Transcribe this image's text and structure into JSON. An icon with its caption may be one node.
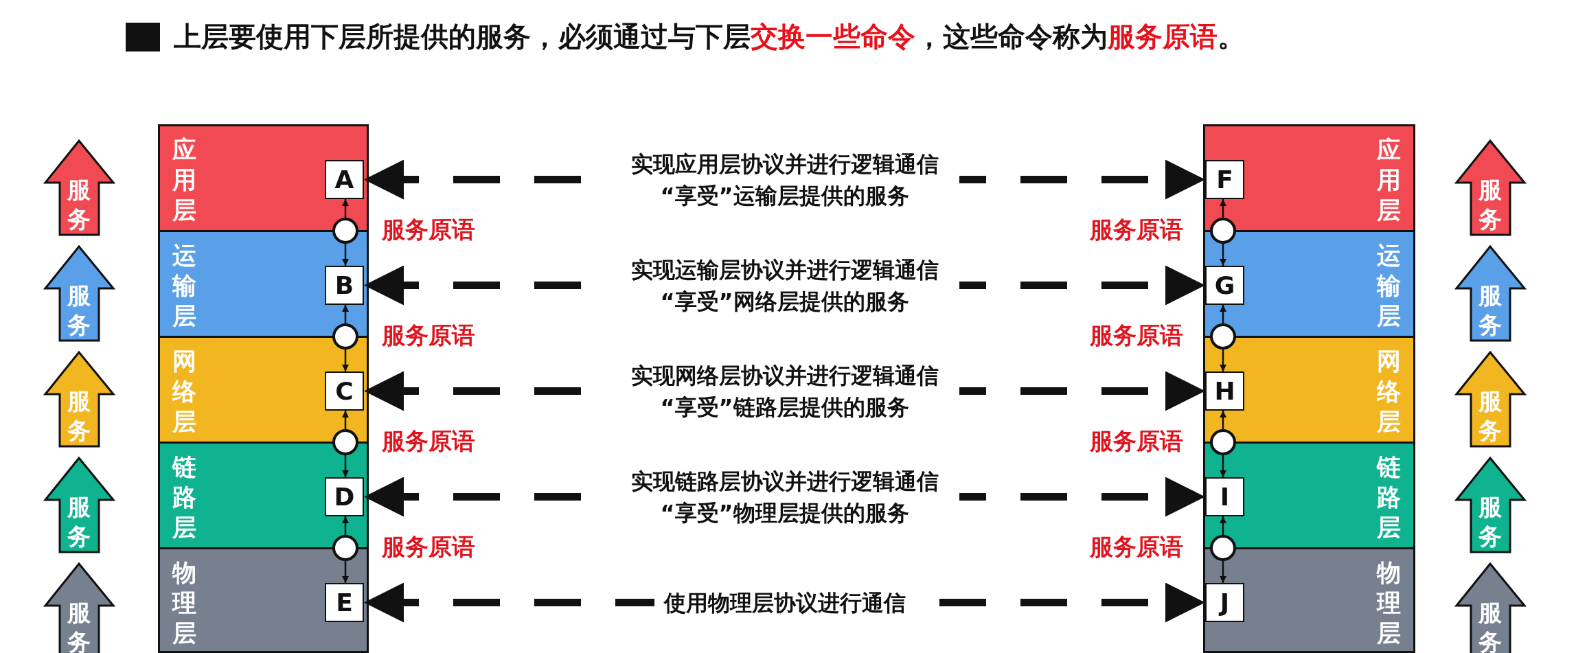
{
  "diagram": {
    "title": "上层要使用下层所提供的服务，必须通过与下层**交换一些命令**，这些命令称为**服务原语**。",
    "nodes": [
      {
        "text": [
          "服务"
        ]
      },
      {
        "text": [
          "服务"
        ]
      },
      {
        "text": [
          "服务"
        ]
      },
      {
        "text": [
          "服务"
        ]
      },
      {
        "text": [
          "服务"
        ]
      },
      {
        "text": [
          "应用层"
        ]
      },
      {
        "text": [
          "A"
        ],
        "in": 5
      },
      {
        "text": [
          "运输层"
        ]
      },
      {
        "text": [
          "B"
        ],
        "in": 7
      },
      {
        "text": [
          "网络层"
        ]
      },
      {
        "text": [
          "C"
        ],
        "in": 9
      },
      {
        "text": [
          "链路层"
        ]
      },
      {
        "text": [
          "D"
        ],
        "in": 11
      },
      {
        "text": [
          "物理层"
        ]
      },
      {
        "text": [
          "E"
        ],
        "in": 13
      },
      {
        "text": [],
        "shape": "circle",
        "beside": [
          "服务原语"
        ]
      },
      {
        "text": [],
        "shape": "circle",
        "beside": [
          "服务原语"
        ]
      },
      {
        "text": [],
        "shape": "circle",
        "beside": [
          "服务原语"
        ]
      },
      {
        "text": [],
        "shape": "circle",
        "beside": [
          "服务原语"
        ]
      },
      {
        "text": [
          "应用层"
        ]
      },
      {
        "text": [
          "F"
        ],
        "in": 19
      },
      {
        "text": [
          "运输层"
        ]
      },
      {
        "text": [
          "G"
        ],
        "in": 21
      },
      {
        "text": [
          "网络层"
        ]
      },
      {
        "text": [
          "H"
        ],
        "in": 23
      },
      {
        "text": [
          "链路层"
        ]
      },
      {
        "text": [
          "I"
        ],
        "in": 25
      },
      {
        "text": [
          "物理层"
        ]
      },
      {
        "text": [
          "J"
        ],
        "in": 27
      },
      {
        "text": [],
        "shape": "circle",
        "beside": [
          "服务原语"
        ]
      },
      {
        "text": [],
        "shape": "circle",
        "beside": [
          "服务原语"
        ]
      },
      {
        "text": [],
        "shape": "circle",
        "beside": [
          "服务原语"
        ]
      },
      {
        "text": [],
        "shape": "circle",
        "beside": [
          "服务原语"
        ]
      },
      {
        "text": [
          "服务"
        ]
      },
      {
        "text": [
          "服务"
        ]
      },
      {
        "text": [
          "服务"
        ]
      },
      {
        "text": [
          "服务"
        ]
      },
      {
        "text": [
          "服务"
        ]
      }
    ],
    "edges": [
      {
        "from": 6,
        "to": 20,
        "arrow": "both",
        "style": "dashed",
        "label": "实现应用层协议并进行逻辑通信 “享受”运输层提供的服务"
      },
      {
        "from": 8,
        "to": 22,
        "arrow": "both",
        "style": "dashed",
        "label": "实现运输层协议并进行逻辑通信 “享受”网络层提供的服务"
      },
      {
        "from": 10,
        "to": 24,
        "arrow": "both",
        "style": "dashed",
        "label": "实现网络层协议并进行逻辑通信 “享受”链路层提供的服务"
      },
      {
        "from": 12,
        "to": 26,
        "arrow": "both",
        "style": "dashed",
        "label": "实现链路层协议并进行逻辑通信 “享受”物理层提供的服务"
      },
      {
        "from": 14,
        "to": 28,
        "arrow": "both",
        "style": "dashed",
        "label": "使用物理层协议进行通信"
      },
      {
        "from": 15,
        "to": 6,
        "arrow": "to"
      },
      {
        "from": 15,
        "to": 8,
        "arrow": "to"
      },
      {
        "from": 16,
        "to": 8,
        "arrow": "to"
      },
      {
        "from": 16,
        "to": 10,
        "arrow": "to"
      },
      {
        "from": 17,
        "to": 10,
        "arrow": "to"
      },
      {
        "from": 17,
        "to": 12,
        "arrow": "to"
      },
      {
        "from": 18,
        "to": 12,
        "arrow": "to"
      },
      {
        "from": 18,
        "to": 14,
        "arrow": "to"
      },
      {
        "from": 29,
        "to": 20,
        "arrow": "to"
      },
      {
        "from": 29,
        "to": 22,
        "arrow": "to"
      },
      {
        "from": 30,
        "to": 22,
        "arrow": "to"
      },
      {
        "from": 30,
        "to": 24,
        "arrow": "to"
      },
      {
        "from": 31,
        "to": 24,
        "arrow": "to"
      },
      {
        "from": 31,
        "to": 26,
        "arrow": "to"
      },
      {
        "from": 32,
        "to": 26,
        "arrow": "to"
      },
      {
        "from": 32,
        "to": 28,
        "arrow": "to"
      }
    ]
  }
}
